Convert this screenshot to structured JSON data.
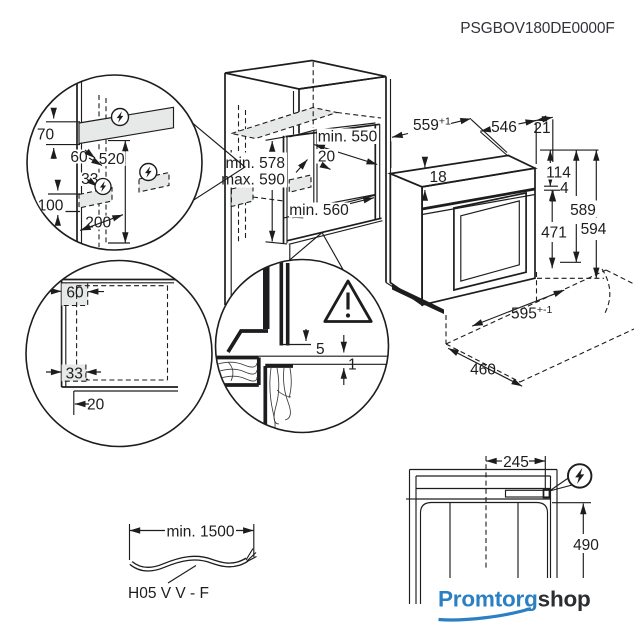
{
  "header": {
    "product_code": "PSGBOV180DE0000F"
  },
  "colors": {
    "line": "#1d1d1f",
    "gray_fill": "#e7e8e8",
    "logo_blue": "#2b7fc3",
    "logo_dark": "#2b2d31"
  },
  "niche_detail": {
    "dim_70": "70",
    "dim_60": "60",
    "dim_520": "520",
    "dim_33": "33",
    "dim_100": "100",
    "dim_200": "200"
  },
  "cabinet": {
    "dim_width": "min. 550",
    "dim_gap": "20",
    "dim_height_min": "min. 578",
    "dim_height_max": "max. 590",
    "dim_depth": "min. 560"
  },
  "oven": {
    "dim_top_width": "559",
    "dim_top_width_tol": "+1",
    "dim_top_depth": "546",
    "dim_front_edge": "21",
    "dim_top_inset": "18",
    "dim_panel_height": "114",
    "dim_gap": "4",
    "dim_door_height": "471",
    "dim_height_body": "589",
    "dim_height_total": "594",
    "dim_bottom_width": "595",
    "dim_bottom_width_tol": "+-1",
    "dim_bottom_depth": "460"
  },
  "corner_detail": {
    "dim_60": "60",
    "dim_33": "33",
    "dim_20": "20"
  },
  "worktop_detail": {
    "dim_5": "5",
    "dim_1": "1"
  },
  "power_cable": {
    "dim_length": "min. 1500",
    "cable_type": "H05 V V - F"
  },
  "connection_view": {
    "dim_offset": "245",
    "dim_height": "490"
  },
  "watermark": {
    "brand_primary": "Promtorg",
    "brand_secondary": "shop"
  }
}
